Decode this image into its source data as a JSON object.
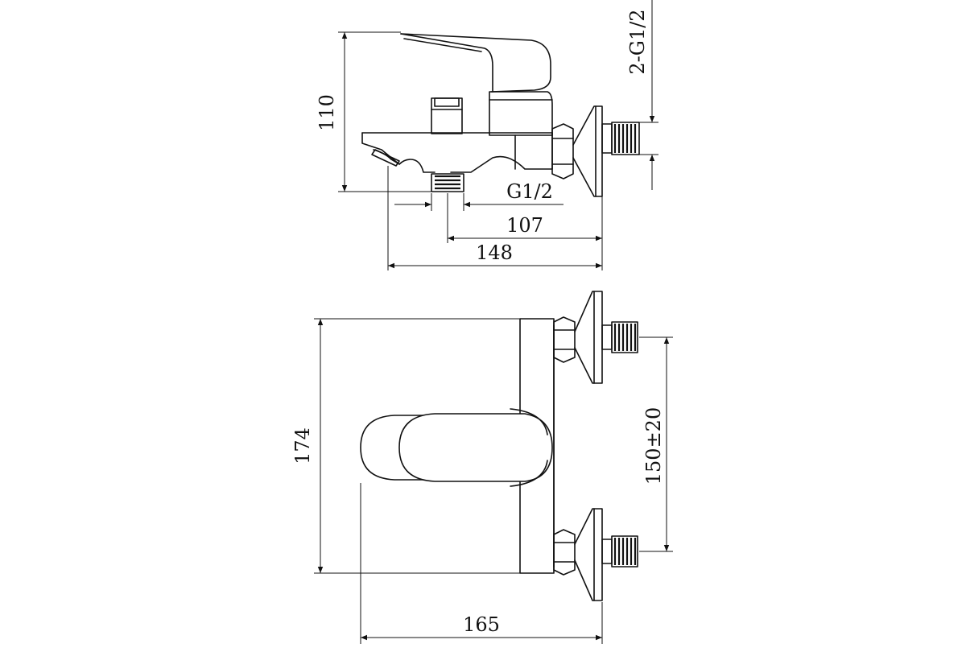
{
  "side_view": {
    "height_label": "110",
    "inlet_thread_label": "2-G1/2",
    "outlet_thread_label": "G1/2",
    "spout_to_outlet_label": "107",
    "depth_label": "148"
  },
  "top_view": {
    "length_label": "174",
    "inlet_spacing_label": "150±20",
    "width_label": "165"
  },
  "colors": {
    "line": "#111111",
    "background": "#ffffff"
  }
}
